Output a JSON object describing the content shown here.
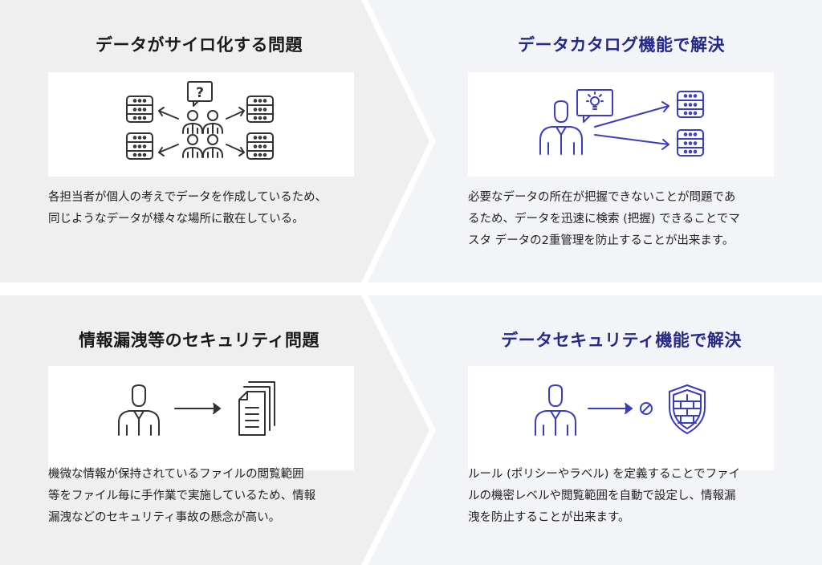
{
  "colors": {
    "left_bg": "#efefef",
    "right_bg": "#f3f4f8",
    "accent_blue": "#3b3cc4",
    "title_blue": "#25298a",
    "icon_dark": "#333333"
  },
  "top_left": {
    "title": "データがサイロ化する問題",
    "description": "各担当者が個人の考えでデータを作成しているため、\n同じようなデータが様々な場所に散在している。",
    "icons": [
      "database-icon",
      "person-icon",
      "question-bubble-icon",
      "arrow-icon"
    ]
  },
  "top_right": {
    "title": "データカタログ機能で解決",
    "description": "必要なデータの所在が把握できないことが問題であ\nるため、データを迅速に検索 (把握) できることでマ\nスタ データの2重管理を防止することが出来ます。",
    "icons": [
      "person-icon",
      "lightbulb-bubble-icon",
      "arrow-icon",
      "database-icon"
    ]
  },
  "bottom_left": {
    "title": "情報漏洩等のセキュリティ問題",
    "description": "機微な情報が保持されているファイルの閲覧範囲\n等をファイル毎に手作業で実施しているため、情報\n漏洩などのセキュリティ事故の懸念が高い。",
    "icons": [
      "person-icon",
      "arrow-icon",
      "documents-icon"
    ]
  },
  "bottom_right": {
    "title": "データセキュリティ機能で解決",
    "description": "ルール (ポリシーやラベル) を定義することでファイ\nルの機密レベルや閲覧範囲を自動で設定し、情報漏\n洩を防止することが出来ます。",
    "icons": [
      "person-icon",
      "arrow-icon",
      "prohibited-icon",
      "shield-icon"
    ]
  }
}
